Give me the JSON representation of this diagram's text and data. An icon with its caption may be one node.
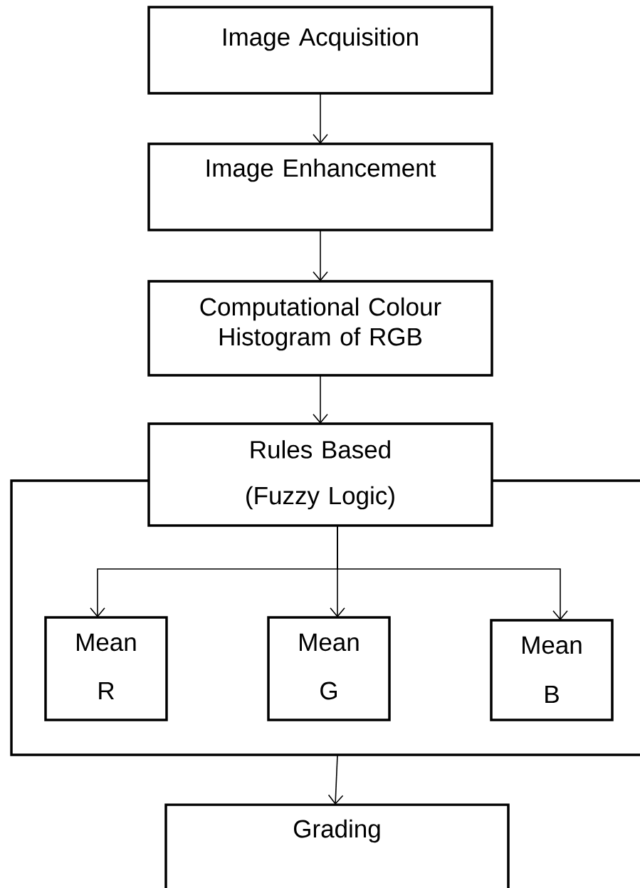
{
  "diagram": {
    "nodes": [
      {
        "text": [
          "Image Acquisition"
        ]
      },
      {
        "text": [
          "Image Enhancement"
        ]
      },
      {
        "text": [
          "Computational Colour Histogram of RGB"
        ]
      },
      {
        "text": [
          "Rules Based",
          "(Fuzzy Logic)"
        ]
      },
      {
        "text": [],
        "shape": "box"
      },
      {
        "text": [
          "Mean",
          "R"
        ],
        "in": 4
      },
      {
        "text": [
          "Mean",
          "G"
        ],
        "in": 4
      },
      {
        "text": [
          "Mean",
          "B"
        ],
        "in": 4
      },
      {
        "text": [
          "Grading"
        ]
      }
    ],
    "edges": [
      {
        "from": 0,
        "to": 1,
        "arrow": "to"
      },
      {
        "from": 1,
        "to": 2,
        "arrow": "to"
      },
      {
        "from": 2,
        "to": 3,
        "arrow": "to"
      },
      {
        "from": 3,
        "to": 5,
        "arrow": "to"
      },
      {
        "from": 3,
        "to": 6,
        "arrow": "to"
      },
      {
        "from": 3,
        "to": 7,
        "arrow": "to"
      },
      {
        "from": 4,
        "to": 8,
        "arrow": "to"
      }
    ]
  }
}
